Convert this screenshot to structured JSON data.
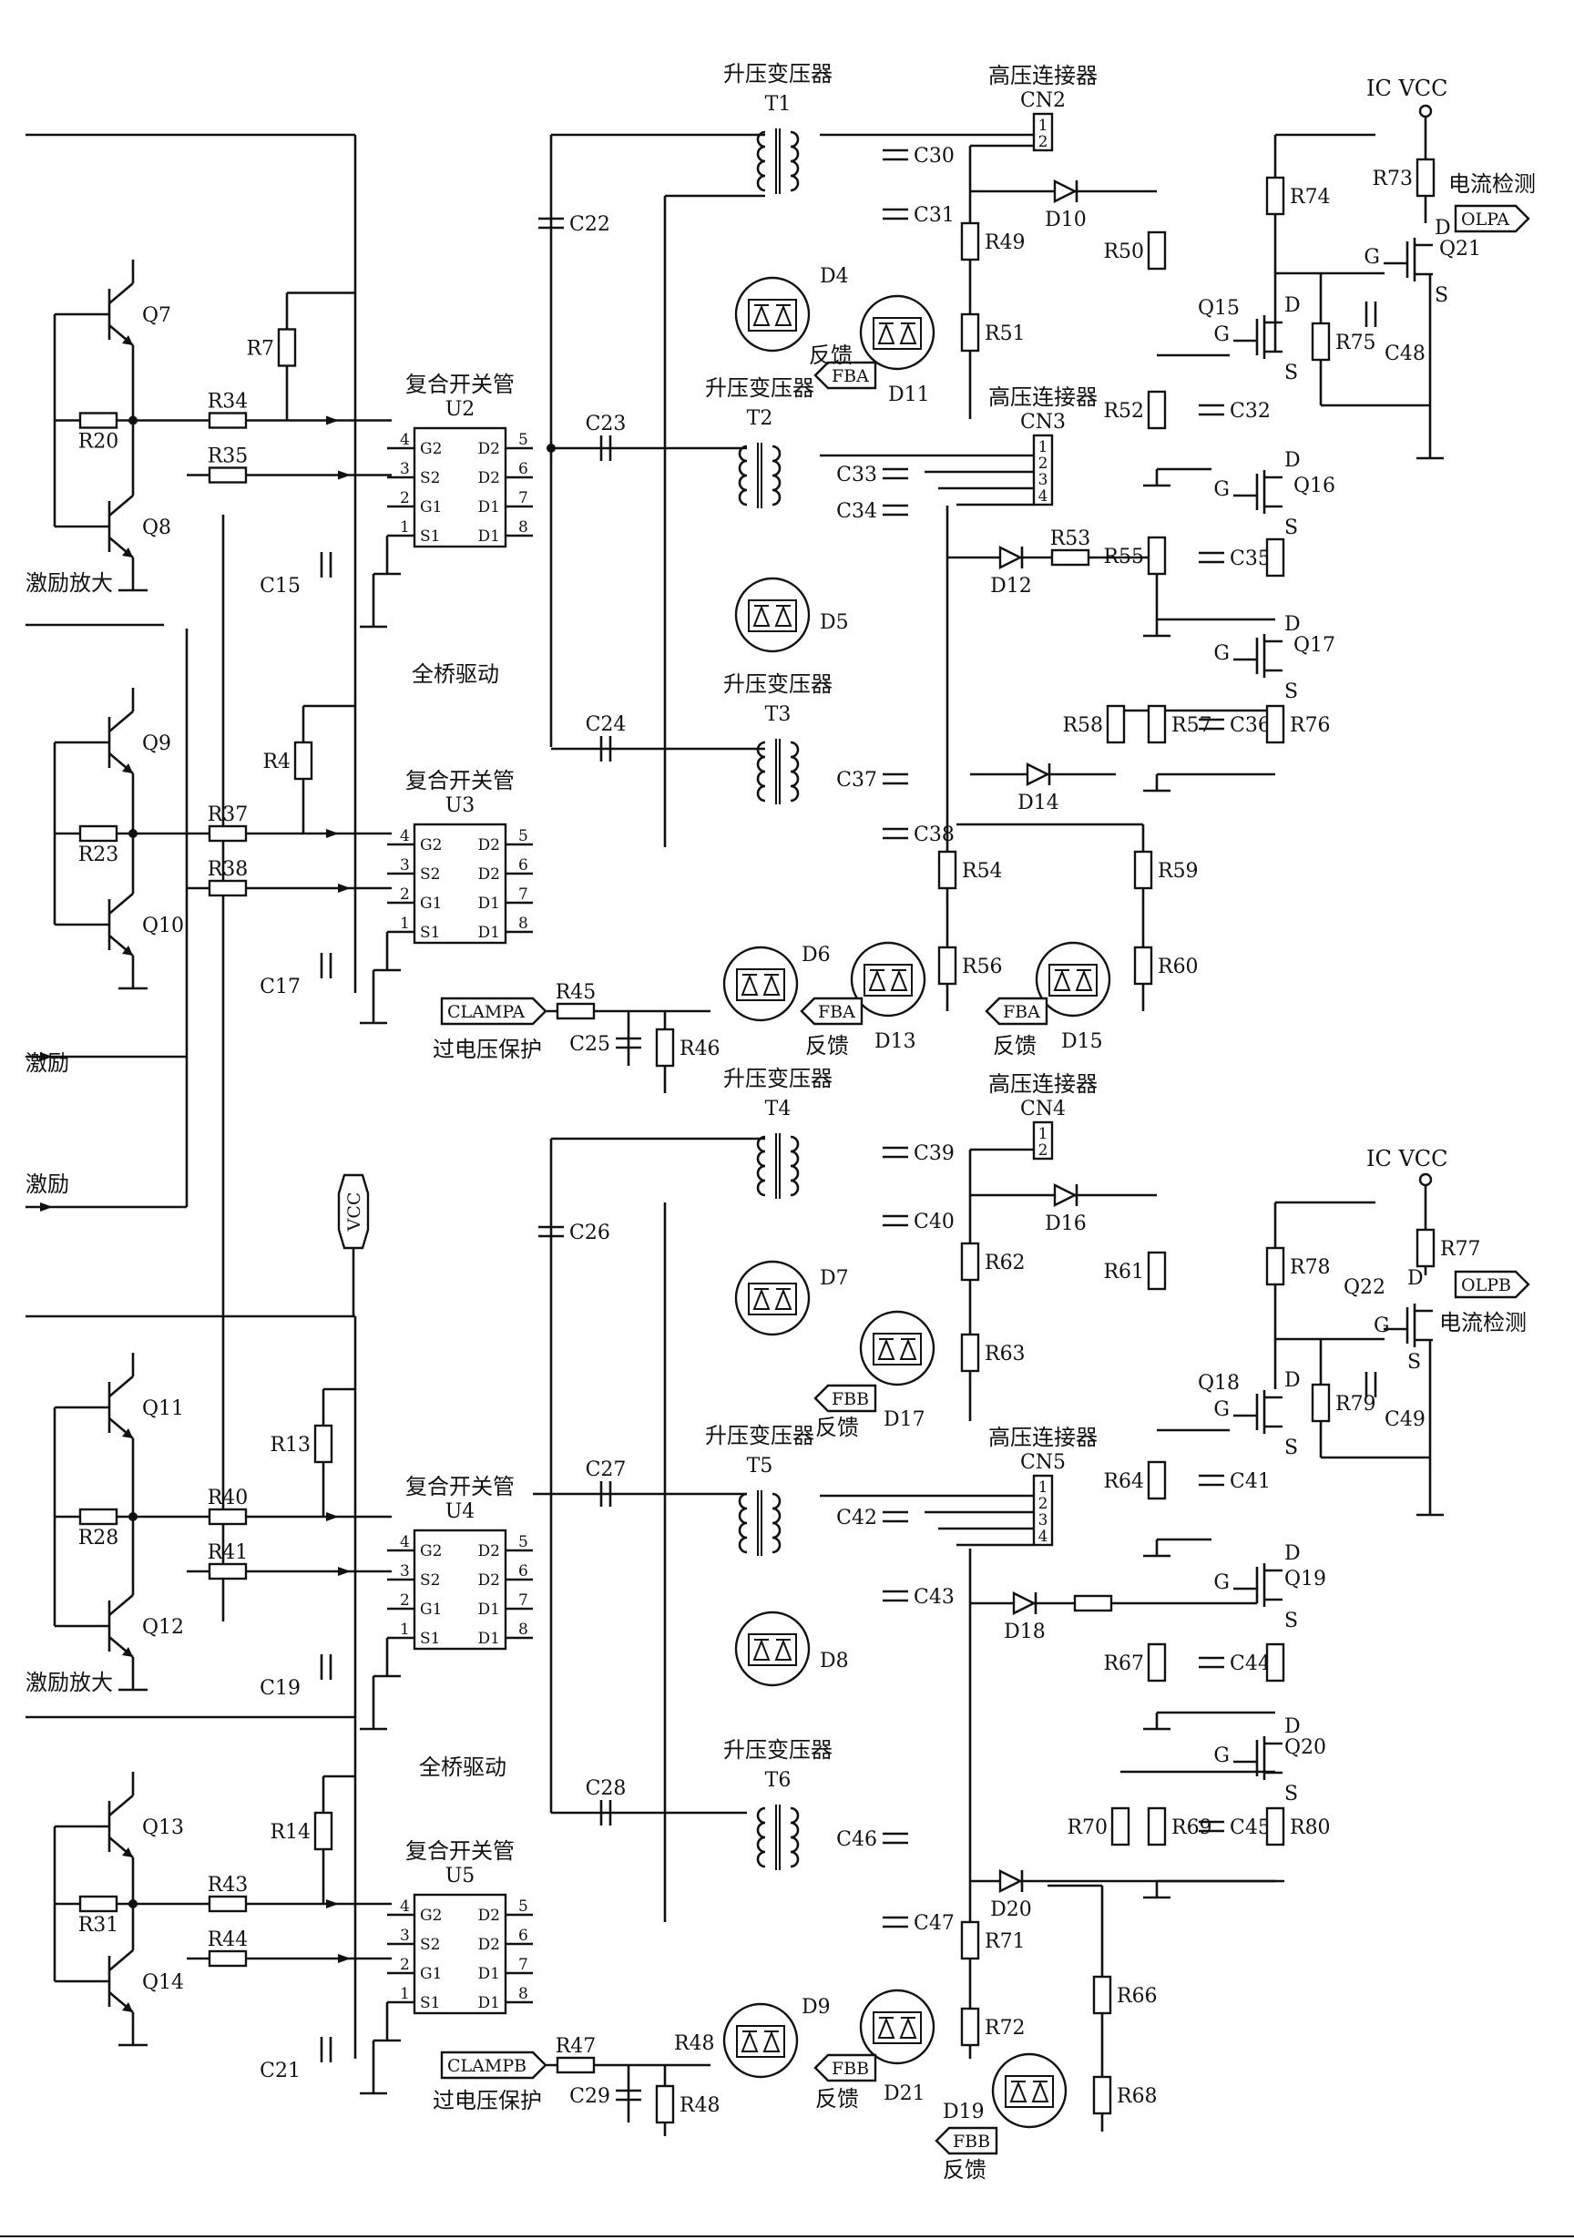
{
  "labels": {
    "t_step_up": "升压变压器",
    "hv_connector": "高压连接器",
    "composite_switch": "复合开关管",
    "full_bridge": "全桥驱动",
    "excite_amp": "激励放大",
    "excite": "激励",
    "overvoltage": "过电压保护",
    "feedback": "反馈",
    "current_detect": "电流检测",
    "ic_vcc": "IC  VCC",
    "vcc": "VCC",
    "clampa": "CLAMPA",
    "clampb": "CLAMPB",
    "olpa": "OLPA",
    "olpb": "OLPB",
    "fba": "FBA",
    "fbb": "FBB"
  },
  "chips": [
    {
      "name": "U2",
      "left_pins": [
        "G2",
        "S2",
        "G1",
        "S1"
      ],
      "right_pins": [
        "D2",
        "D2",
        "D1",
        "D1"
      ]
    },
    {
      "name": "U3",
      "left_pins": [
        "G2",
        "S2",
        "G1",
        "S1"
      ],
      "right_pins": [
        "D2",
        "D2",
        "D1",
        "D1"
      ]
    },
    {
      "name": "U4",
      "left_pins": [
        "G2",
        "S2",
        "G1",
        "S1"
      ],
      "right_pins": [
        "D2",
        "D2",
        "D1",
        "D1"
      ]
    },
    {
      "name": "U5",
      "left_pins": [
        "G2",
        "S2",
        "G1",
        "S1"
      ],
      "right_pins": [
        "D2",
        "D2",
        "D1",
        "D1"
      ]
    }
  ],
  "pin_numbers": {
    "left": [
      "4",
      "3",
      "2",
      "1"
    ],
    "right": [
      "5",
      "6",
      "7",
      "8"
    ]
  },
  "transformers": [
    "T1",
    "T2",
    "T3",
    "T4",
    "T5",
    "T6"
  ],
  "connectors": [
    "CN2",
    "CN3",
    "CN4",
    "CN5"
  ],
  "connector_pins": [
    "1",
    "2",
    "3",
    "4"
  ],
  "transistors": [
    "Q7",
    "Q8",
    "Q9",
    "Q10",
    "Q11",
    "Q12",
    "Q13",
    "Q14"
  ],
  "mosfets": [
    "Q15",
    "Q16",
    "Q17",
    "Q18",
    "Q19",
    "Q20",
    "Q21",
    "Q22"
  ],
  "mosfet_pins": {
    "d": "D",
    "g": "G",
    "s": "S"
  },
  "resistors": [
    "R4",
    "R7",
    "R13",
    "R14",
    "R20",
    "R23",
    "R28",
    "R31",
    "R34",
    "R35",
    "R37",
    "R38",
    "R40",
    "R41",
    "R43",
    "R44",
    "R45",
    "R46",
    "R47",
    "R48",
    "R49",
    "R50",
    "R51",
    "R52",
    "R53",
    "R54",
    "R55",
    "R56",
    "R57",
    "R58",
    "R59",
    "R60",
    "R61",
    "R62",
    "R63",
    "R64",
    "R66",
    "R67",
    "R68",
    "R69",
    "R70",
    "R71",
    "R72",
    "R73",
    "R74",
    "R75",
    "R76",
    "R77",
    "R78",
    "R79",
    "R80"
  ],
  "capacitors": [
    "C15",
    "C17",
    "C19",
    "C21",
    "C22",
    "C23",
    "C24",
    "C25",
    "C26",
    "C27",
    "C28",
    "C29",
    "C30",
    "C31",
    "C32",
    "C33",
    "C34",
    "C35",
    "C36",
    "C37",
    "C38",
    "C39",
    "C40",
    "C41",
    "C42",
    "C43",
    "C44",
    "C45",
    "C46",
    "C47",
    "C48",
    "C49"
  ],
  "diodes": [
    "D4",
    "D5",
    "D6",
    "D7",
    "D8",
    "D9",
    "D10",
    "D11",
    "D12",
    "D13",
    "D14",
    "D15",
    "D16",
    "D17",
    "D18",
    "D19",
    "D20",
    "D21"
  ]
}
